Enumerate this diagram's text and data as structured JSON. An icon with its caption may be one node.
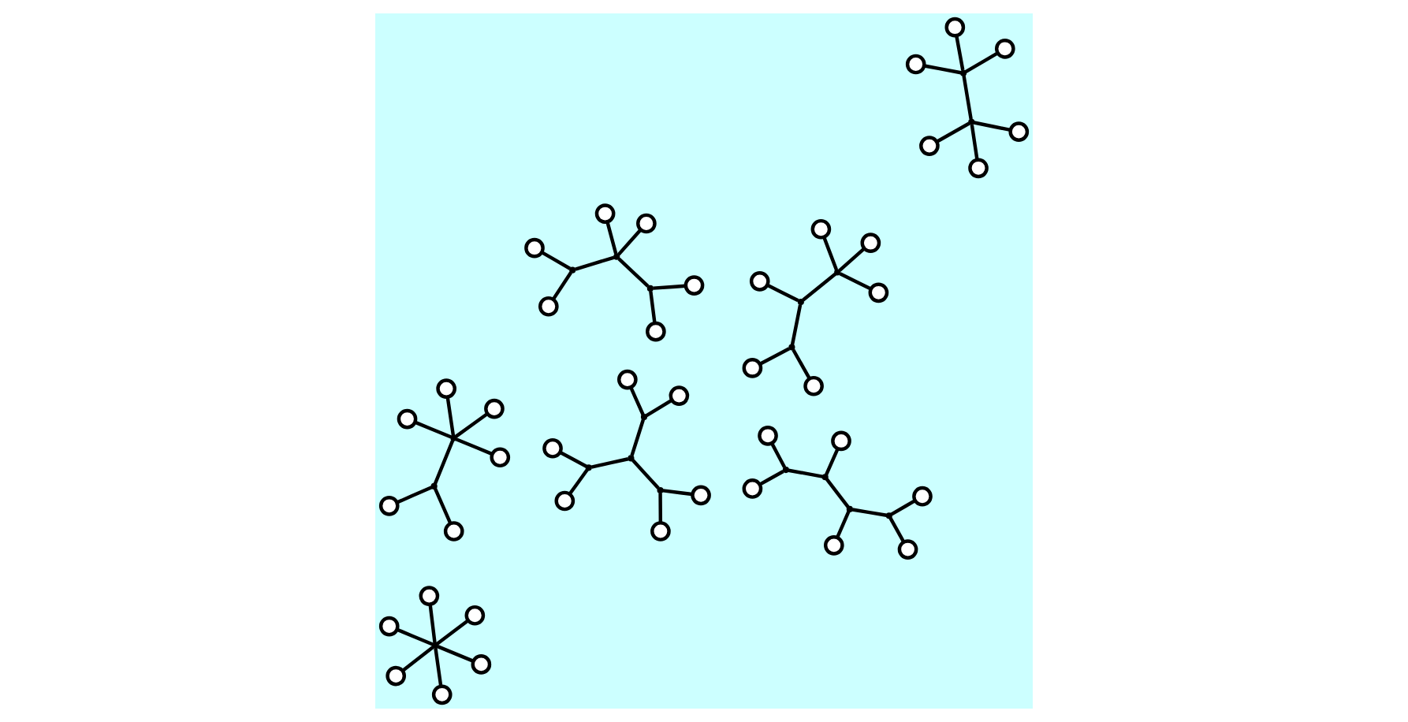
{
  "diagram": {
    "nodes": [
      {
        "text": [],
        "shape": "circle"
      },
      {
        "text": [],
        "shape": "circle"
      },
      {
        "text": [],
        "shape": "circle"
      },
      {
        "text": [],
        "shape": "circle"
      },
      {
        "text": [],
        "shape": "point"
      },
      {
        "text": [],
        "shape": "point"
      },
      {
        "text": [],
        "shape": "point"
      },
      {
        "text": [],
        "shape": "point"
      },
      {
        "text": [],
        "shape": "circle"
      },
      {
        "text": [],
        "shape": "circle"
      },
      {
        "text": [],
        "shape": "circle"
      },
      {
        "text": [],
        "shape": "circle"
      },
      {
        "text": [],
        "shape": "circle"
      },
      {
        "text": [],
        "shape": "circle"
      },
      {
        "text": [],
        "shape": "point"
      },
      {
        "text": [],
        "shape": "point"
      },
      {
        "text": [],
        "shape": "point"
      },
      {
        "text": [],
        "shape": "circle"
      },
      {
        "text": [],
        "shape": "circle"
      },
      {
        "text": [],
        "shape": "circle"
      },
      {
        "text": [],
        "shape": "circle"
      },
      {
        "text": [],
        "shape": "circle"
      },
      {
        "text": [],
        "shape": "point"
      },
      {
        "text": [],
        "shape": "point"
      },
      {
        "text": [],
        "shape": "circle"
      },
      {
        "text": [],
        "shape": "circle"
      },
      {
        "text": [],
        "shape": "circle"
      },
      {
        "text": [],
        "shape": "circle"
      },
      {
        "text": [],
        "shape": "circle"
      },
      {
        "text": [],
        "shape": "circle"
      },
      {
        "text": [],
        "shape": "circle"
      },
      {
        "text": [],
        "shape": "point"
      },
      {
        "text": [],
        "shape": "point"
      },
      {
        "text": [],
        "shape": "point"
      },
      {
        "text": [],
        "shape": "point"
      },
      {
        "text": [],
        "shape": "circle"
      },
      {
        "text": [],
        "shape": "circle"
      },
      {
        "text": [],
        "shape": "circle"
      },
      {
        "text": [],
        "shape": "circle"
      },
      {
        "text": [],
        "shape": "circle"
      },
      {
        "text": [],
        "shape": "circle"
      },
      {
        "text": [],
        "shape": "point"
      },
      {
        "text": [],
        "shape": "point"
      },
      {
        "text": [],
        "shape": "point"
      },
      {
        "text": [],
        "shape": "circle"
      },
      {
        "text": [],
        "shape": "circle"
      },
      {
        "text": [],
        "shape": "circle"
      },
      {
        "text": [],
        "shape": "circle"
      },
      {
        "text": [],
        "shape": "circle"
      },
      {
        "text": [],
        "shape": "circle"
      },
      {
        "text": [],
        "shape": "point"
      },
      {
        "text": [],
        "shape": "point"
      },
      {
        "text": [],
        "shape": "circle"
      },
      {
        "text": [],
        "shape": "circle"
      },
      {
        "text": [],
        "shape": "circle"
      },
      {
        "text": [],
        "shape": "circle"
      },
      {
        "text": [],
        "shape": "circle"
      },
      {
        "text": [],
        "shape": "point"
      },
      {
        "text": [],
        "shape": "circle"
      },
      {
        "text": [],
        "shape": "circle"
      },
      {
        "text": [],
        "shape": "circle"
      }
    ],
    "edges": [
      {
        "from": 0,
        "to": 4,
        "arrow": "none"
      },
      {
        "from": 8,
        "to": 4,
        "arrow": "none"
      },
      {
        "from": 4,
        "to": 5,
        "arrow": "none"
      },
      {
        "from": 5,
        "to": 1,
        "arrow": "none"
      },
      {
        "from": 5,
        "to": 6,
        "arrow": "none"
      },
      {
        "from": 6,
        "to": 2,
        "arrow": "none"
      },
      {
        "from": 6,
        "to": 7,
        "arrow": "none"
      },
      {
        "from": 7,
        "to": 3,
        "arrow": "none"
      },
      {
        "from": 7,
        "to": 9,
        "arrow": "none"
      },
      {
        "from": 10,
        "to": 14,
        "arrow": "none"
      },
      {
        "from": 11,
        "to": 14,
        "arrow": "none"
      },
      {
        "from": 14,
        "to": 12,
        "arrow": "none"
      },
      {
        "from": 14,
        "to": 15,
        "arrow": "none"
      },
      {
        "from": 15,
        "to": 13,
        "arrow": "none"
      },
      {
        "from": 15,
        "to": 16,
        "arrow": "none"
      },
      {
        "from": 16,
        "to": 17,
        "arrow": "none"
      },
      {
        "from": 16,
        "to": 18,
        "arrow": "none"
      },
      {
        "from": 22,
        "to": 20,
        "arrow": "none"
      },
      {
        "from": 22,
        "to": 19,
        "arrow": "none"
      },
      {
        "from": 22,
        "to": 21,
        "arrow": "none"
      },
      {
        "from": 22,
        "to": 23,
        "arrow": "none"
      },
      {
        "from": 23,
        "to": 24,
        "arrow": "none"
      },
      {
        "from": 23,
        "to": 26,
        "arrow": "none"
      },
      {
        "from": 23,
        "to": 25,
        "arrow": "none"
      },
      {
        "from": 27,
        "to": 31,
        "arrow": "none"
      },
      {
        "from": 29,
        "to": 31,
        "arrow": "none"
      },
      {
        "from": 31,
        "to": 33,
        "arrow": "none"
      },
      {
        "from": 28,
        "to": 32,
        "arrow": "none"
      },
      {
        "from": 30,
        "to": 32,
        "arrow": "none"
      },
      {
        "from": 32,
        "to": 33,
        "arrow": "none"
      },
      {
        "from": 33,
        "to": 34,
        "arrow": "none"
      },
      {
        "from": 34,
        "to": 35,
        "arrow": "none"
      },
      {
        "from": 34,
        "to": 36,
        "arrow": "none"
      },
      {
        "from": 37,
        "to": 41,
        "arrow": "none"
      },
      {
        "from": 39,
        "to": 41,
        "arrow": "none"
      },
      {
        "from": 41,
        "to": 42,
        "arrow": "none"
      },
      {
        "from": 42,
        "to": 38,
        "arrow": "none"
      },
      {
        "from": 42,
        "to": 40,
        "arrow": "none"
      },
      {
        "from": 42,
        "to": 43,
        "arrow": "none"
      },
      {
        "from": 43,
        "to": 44,
        "arrow": "none"
      },
      {
        "from": 43,
        "to": 45,
        "arrow": "none"
      },
      {
        "from": 50,
        "to": 46,
        "arrow": "none"
      },
      {
        "from": 50,
        "to": 47,
        "arrow": "none"
      },
      {
        "from": 50,
        "to": 48,
        "arrow": "none"
      },
      {
        "from": 50,
        "to": 49,
        "arrow": "none"
      },
      {
        "from": 50,
        "to": 51,
        "arrow": "none"
      },
      {
        "from": 51,
        "to": 52,
        "arrow": "none"
      },
      {
        "from": 51,
        "to": 53,
        "arrow": "none"
      },
      {
        "from": 57,
        "to": 54,
        "arrow": "none"
      },
      {
        "from": 57,
        "to": 55,
        "arrow": "none"
      },
      {
        "from": 57,
        "to": 56,
        "arrow": "none"
      },
      {
        "from": 57,
        "to": 58,
        "arrow": "none"
      },
      {
        "from": 57,
        "to": 59,
        "arrow": "none"
      },
      {
        "from": 57,
        "to": 60,
        "arrow": "none"
      }
    ]
  }
}
